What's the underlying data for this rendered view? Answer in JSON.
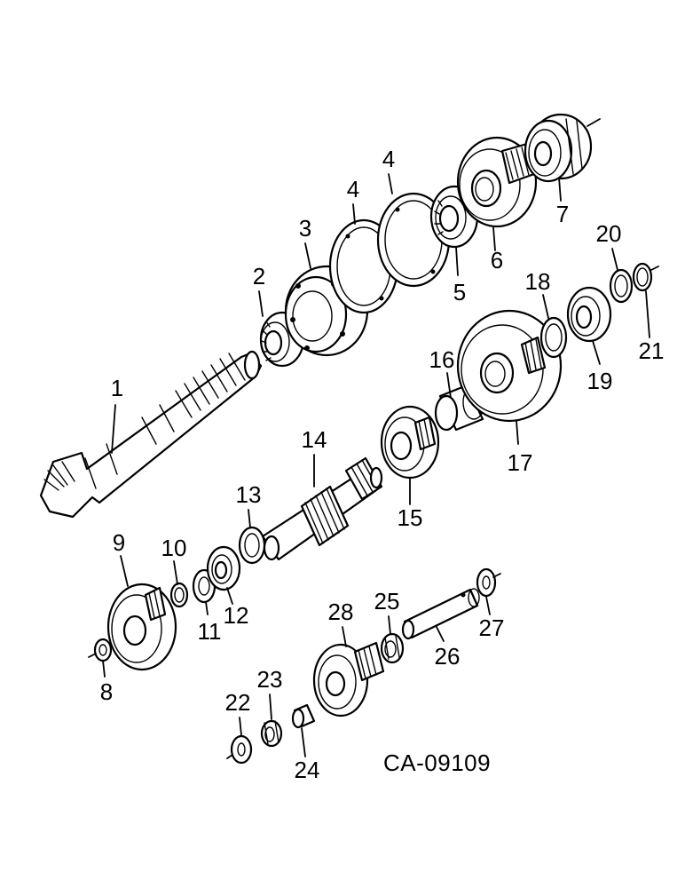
{
  "callouts": {
    "c1": "1",
    "c2": "2",
    "c3": "3",
    "c4a": "4",
    "c4b": "4",
    "c5": "5",
    "c6": "6",
    "c7": "7",
    "c8": "8",
    "c9": "9",
    "c10": "10",
    "c11": "11",
    "c12": "12",
    "c13": "13",
    "c14": "14",
    "c15": "15",
    "c16": "16",
    "c17": "17",
    "c18": "18",
    "c19": "19",
    "c20": "20",
    "c21": "21",
    "c22": "22",
    "c23": "23",
    "c24": "24",
    "c25": "25",
    "c26": "26",
    "c27": "27",
    "c28": "28"
  },
  "drawing_code": "CA-09109"
}
